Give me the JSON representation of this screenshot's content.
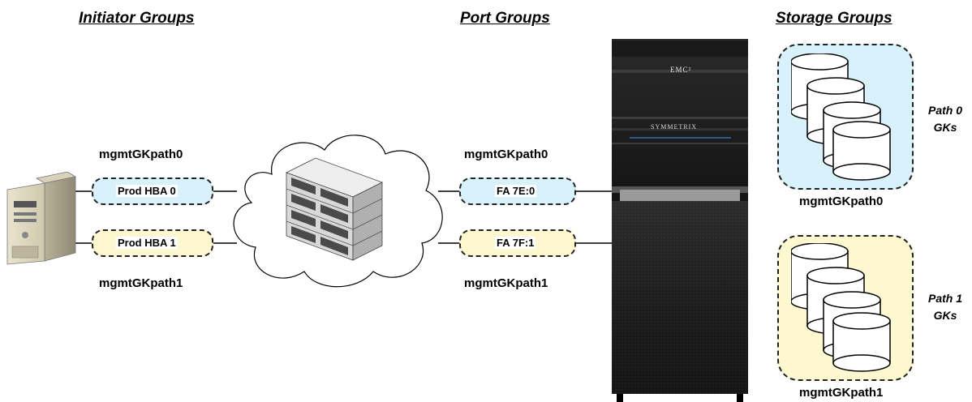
{
  "headings": {
    "initiator": "Initiator Groups",
    "port": "Port Groups",
    "storage": "Storage Groups"
  },
  "initiator_groups": {
    "path0": {
      "name": "mgmtGKpath0",
      "hba": "Prod HBA 0"
    },
    "path1": {
      "name": "mgmtGKpath1",
      "hba": "Prod HBA 1"
    }
  },
  "port_groups": {
    "path0": {
      "name": "mgmtGKpath0",
      "port": "FA 7E:0"
    },
    "path1": {
      "name": "mgmtGKpath1",
      "port": "FA 7F:1"
    }
  },
  "storage_groups": {
    "path0": {
      "name": "mgmtGKpath0",
      "label_line1": "Path 0",
      "label_line2": "GKs"
    },
    "path1": {
      "name": "mgmtGKpath1",
      "label_line1": "Path 1",
      "label_line2": "GKs"
    }
  },
  "array": {
    "brand": "EMC²",
    "model": "SYMMETRIX"
  },
  "colors": {
    "path0_fill": "#d9f1fb",
    "path1_fill": "#fdf8cf",
    "line": "#000000",
    "array_body": "#1c1c1c"
  }
}
